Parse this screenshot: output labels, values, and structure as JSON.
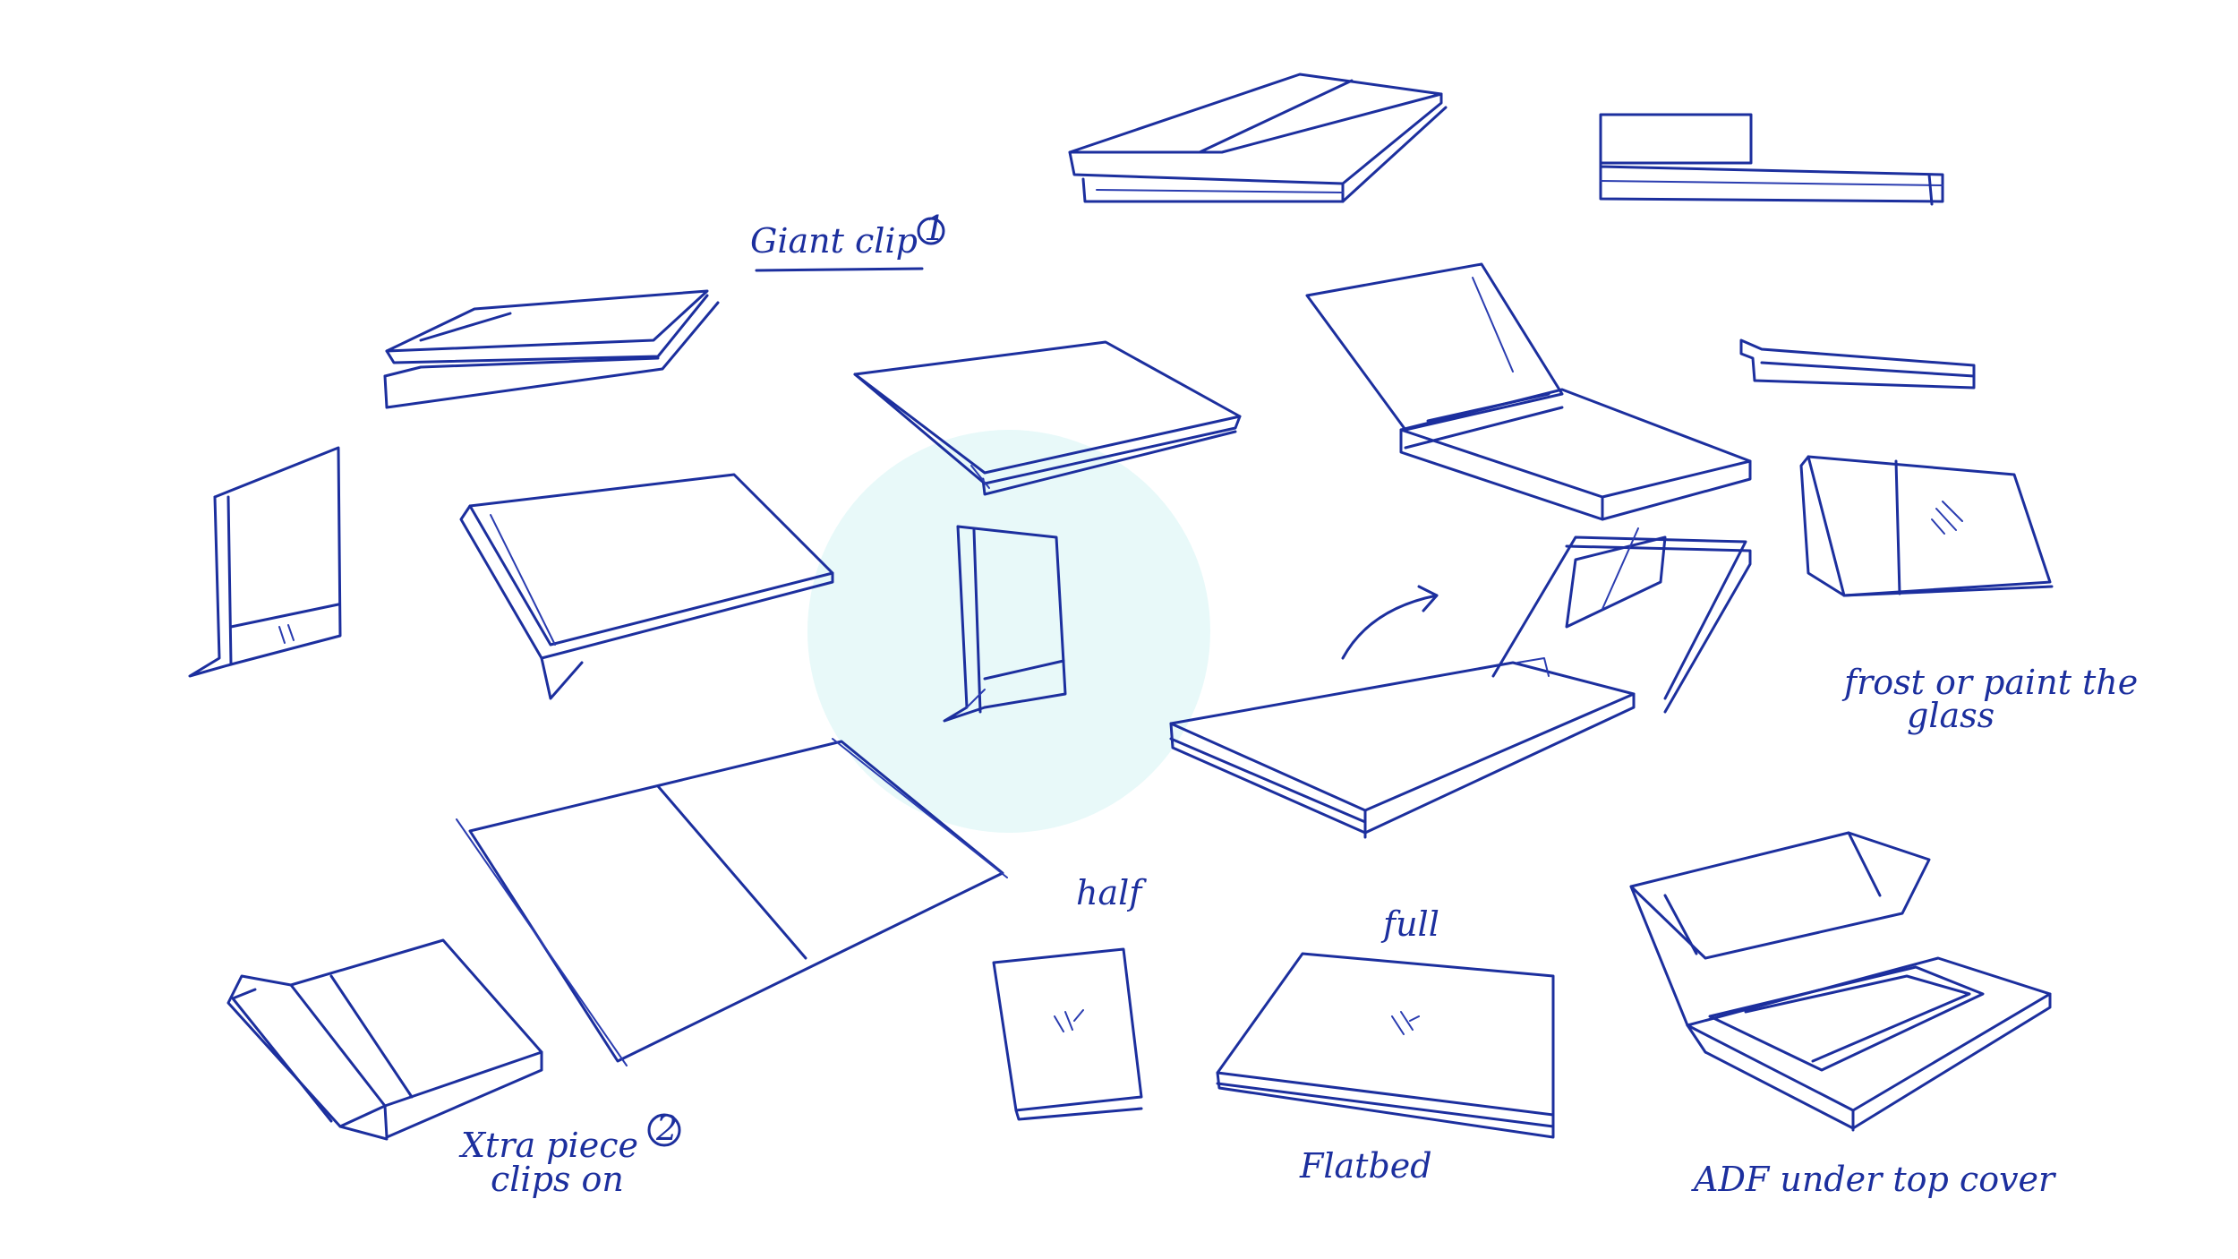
{
  "labels": {
    "giant_clip": "Giant clip",
    "giant_clip_number": "1",
    "xtra_piece_line1": "Xtra piece",
    "xtra_piece_line2": "clips on",
    "xtra_piece_number": "2",
    "half": "half",
    "full": "full",
    "flatbed": "Flatbed",
    "frost_line1": "frost or paint the",
    "frost_line2": "glass",
    "adf": "ADF under top cover"
  },
  "colors": {
    "ink": "#1c2f9e",
    "highlight": "#e8f9f9",
    "background": "#ffffff"
  }
}
